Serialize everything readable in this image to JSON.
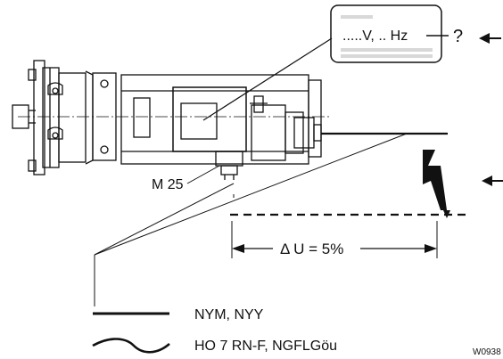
{
  "nameplate": {
    "text": ".....V, .. Hz",
    "question": "?"
  },
  "labels": {
    "gland": "M 25",
    "voltage_drop": "Δ U = 5%"
  },
  "legend": [
    {
      "text": "NYM, NYY",
      "line_style": "straight"
    },
    {
      "text": "HO 7 RN-F, NGFLGöu",
      "line_style": "wavy"
    }
  ],
  "figure_code": "W0938",
  "icons": [
    "arrow-left-icon",
    "lightning-icon"
  ]
}
